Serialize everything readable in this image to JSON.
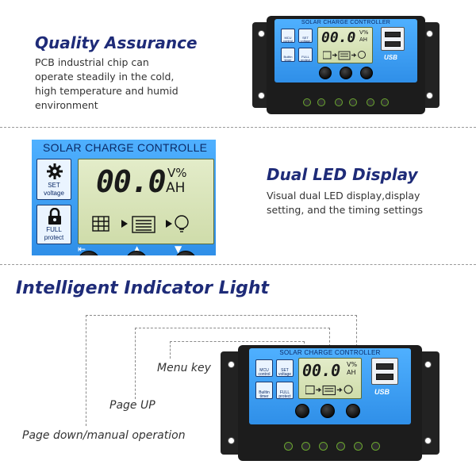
{
  "sections": {
    "quality": {
      "heading": "Quality Assurance",
      "text": "PCB industrial chip can\noperate steadily in the cold,\nhigh temperature and humid\nenvironment"
    },
    "display": {
      "heading": "Dual LED Display",
      "text": "Visual dual LED display,display\nsetting, and the timing settings"
    },
    "indicator": {
      "heading": "Intelligent Indicator Light",
      "callouts": {
        "menu": "Menu key",
        "page_up": "Page UP",
        "page_down": "Page down/manual operation"
      }
    }
  },
  "controller": {
    "title": "SOLAR CHARGE CONTROLLER",
    "title_cropped": "SOLAR CHARGE CONTROLLE",
    "digits": "00.0",
    "unit_top": "V%",
    "unit_bottom": "AH",
    "set_label": "SET\nvoltage",
    "full_label": "FULL\nprotect",
    "mcu_label": "MCU\ncontrol",
    "timer_label": "Builtin\ntimer",
    "usb_label": "USB"
  },
  "colors": {
    "heading": "#1e2b78",
    "panel": "#3a9cf2",
    "lcd": "#d8e3b8",
    "terminal_ring": "#6aa62e"
  }
}
